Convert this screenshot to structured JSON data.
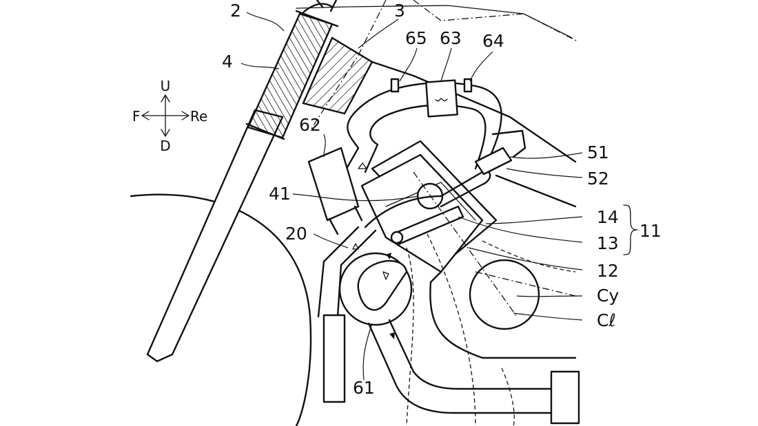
{
  "figure": {
    "direction_indicator": {
      "up": "U",
      "down": "D",
      "front": "F",
      "rear": "Re"
    },
    "labels": {
      "l2": "2",
      "l3": "3",
      "l4": "4",
      "l65": "65",
      "l63": "63",
      "l64": "64",
      "l62": "62",
      "l51": "51",
      "l52": "52",
      "l41": "41",
      "l14": "14",
      "l13": "13",
      "l11": "11",
      "l20": "20",
      "l12": "12",
      "lCy": "Cy",
      "lCl": "Cℓ",
      "l61": "61"
    }
  }
}
